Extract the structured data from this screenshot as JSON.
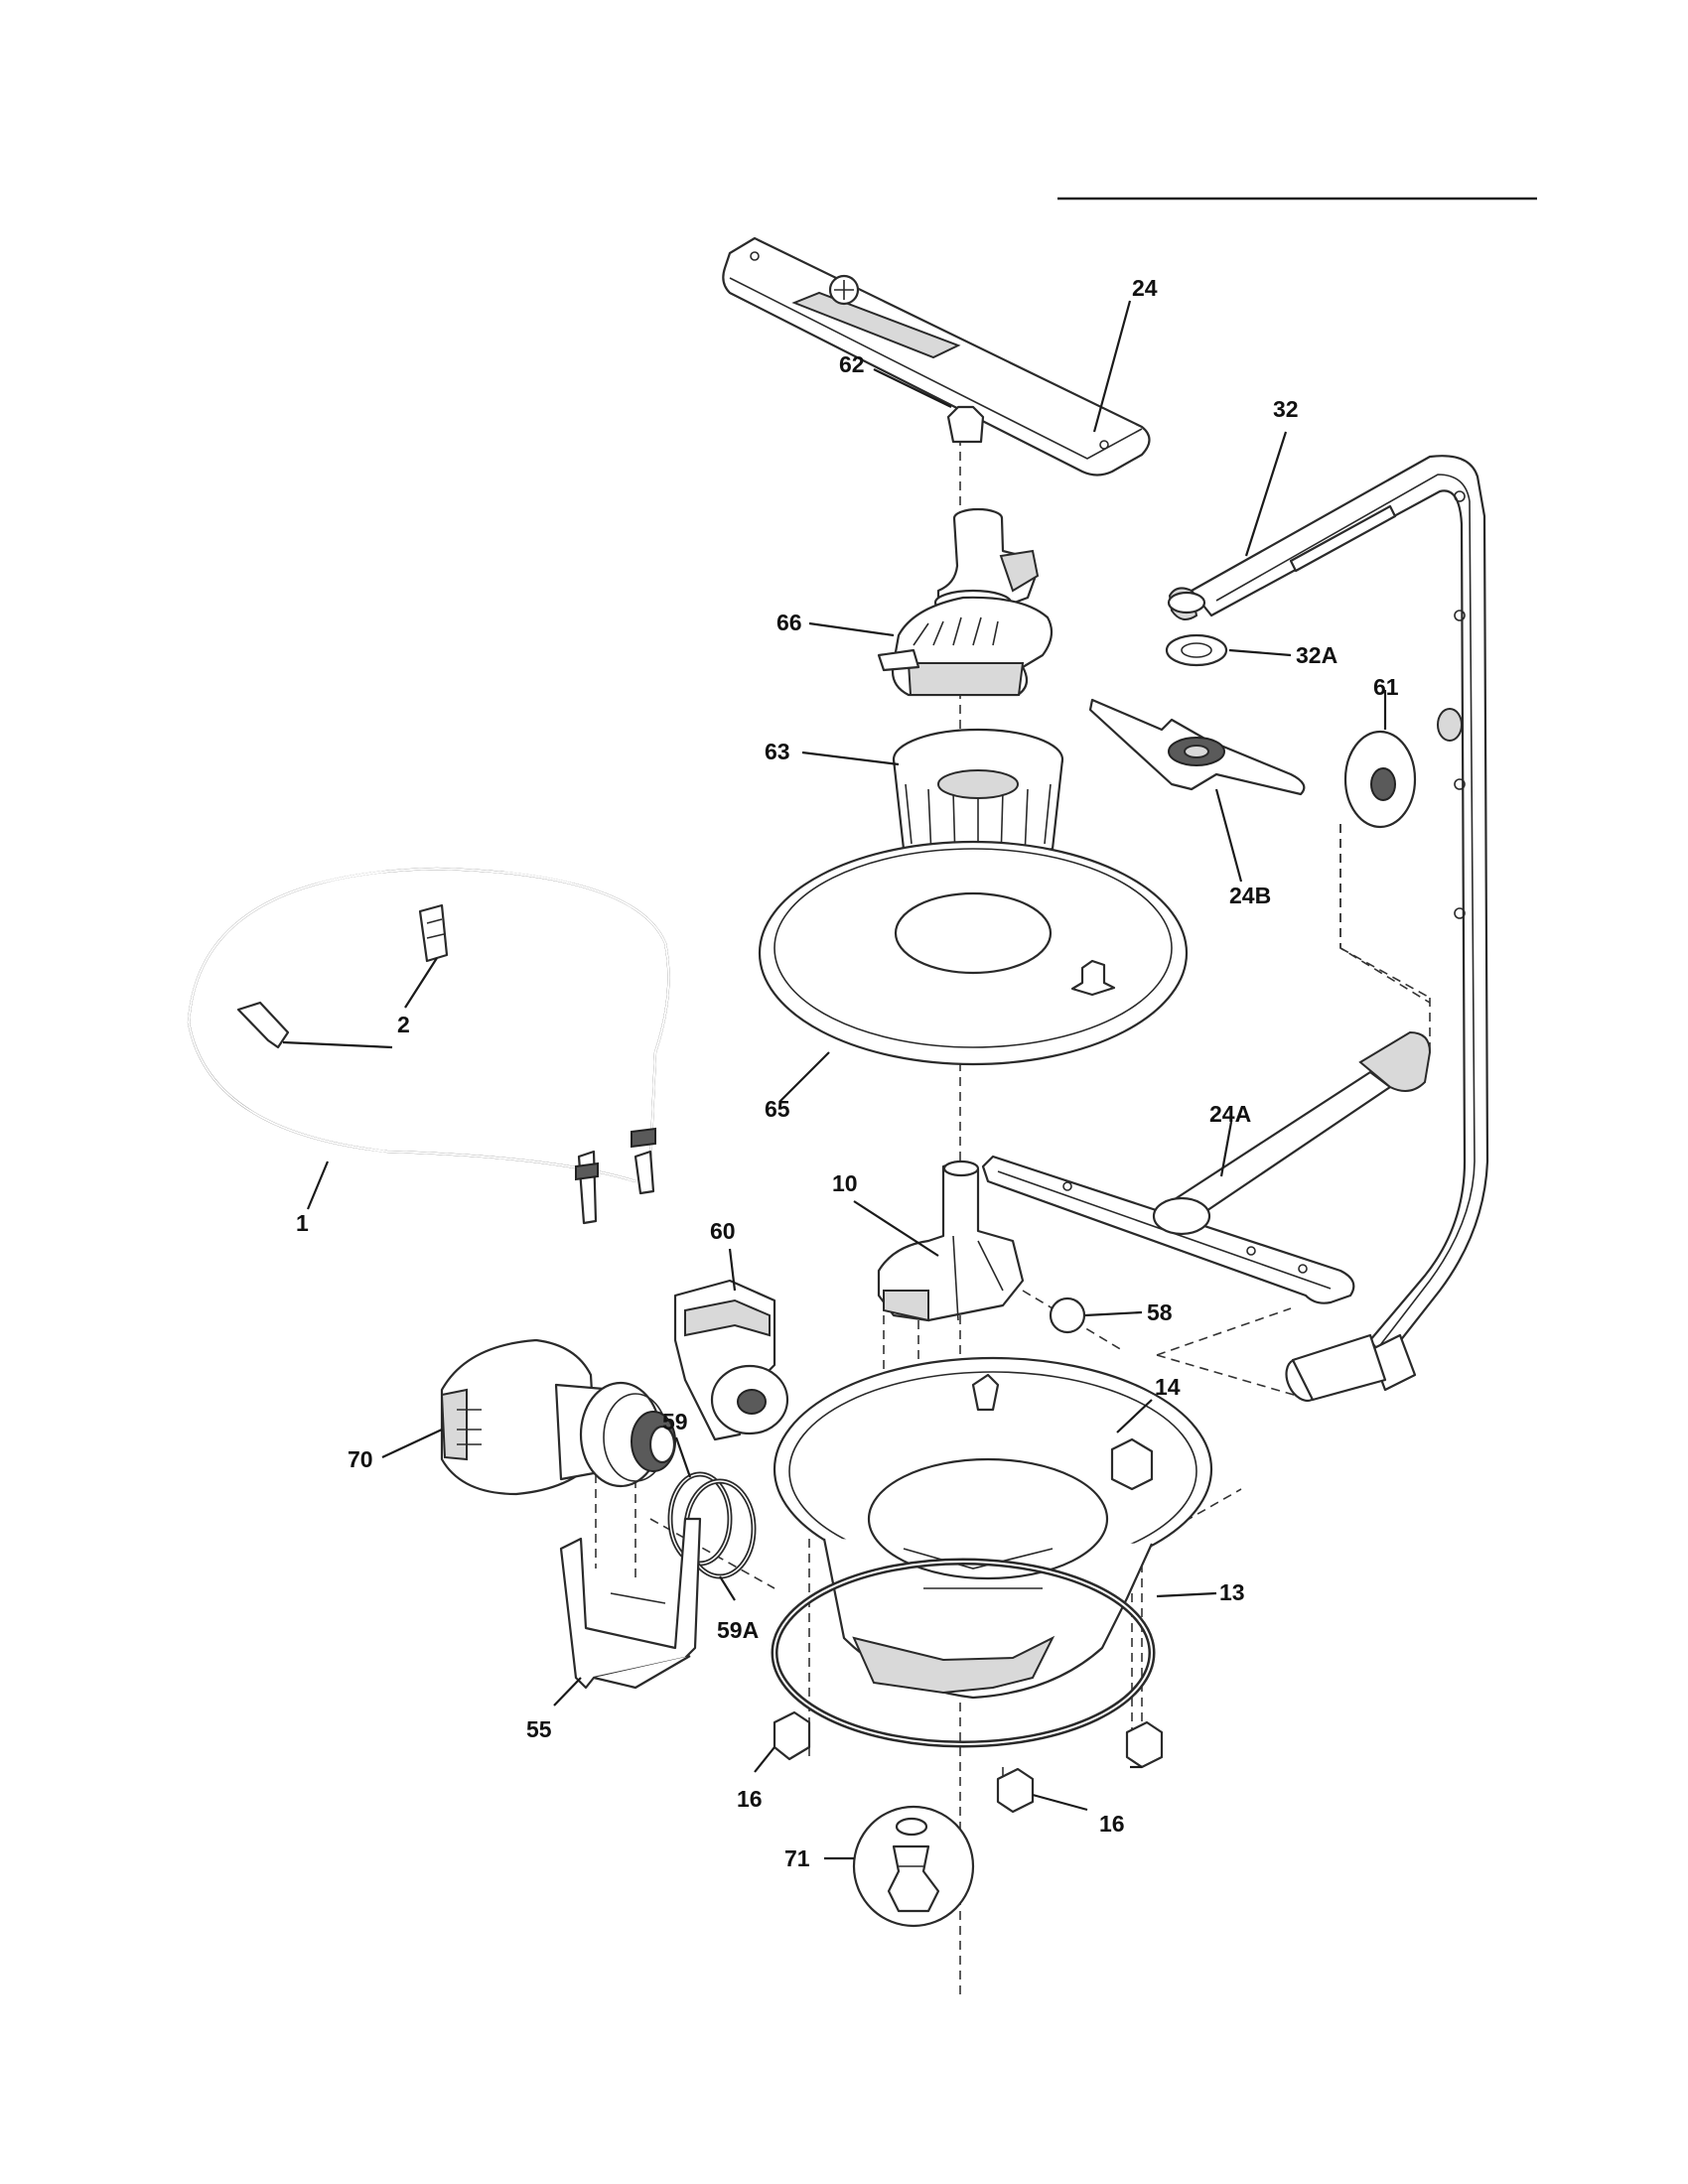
{
  "header": {
    "rule_color": "#222222"
  },
  "colors": {
    "line": "#2a2a2a",
    "shade": "#d9d9d9",
    "background": "#ffffff"
  },
  "callouts": {
    "c24": "24",
    "c32": "32",
    "c62": "62",
    "c66": "66",
    "c32A": "32A",
    "c61": "61",
    "c63": "63",
    "c24B": "24B",
    "c2": "2",
    "c24A": "24A",
    "c65": "65",
    "c1": "1",
    "c10": "10",
    "c60": "60",
    "c58": "58",
    "c14": "14",
    "c59": "59",
    "c70": "70",
    "c13": "13",
    "c59A": "59A",
    "c55": "55",
    "c16a": "16",
    "c16b": "16",
    "c71": "71"
  }
}
